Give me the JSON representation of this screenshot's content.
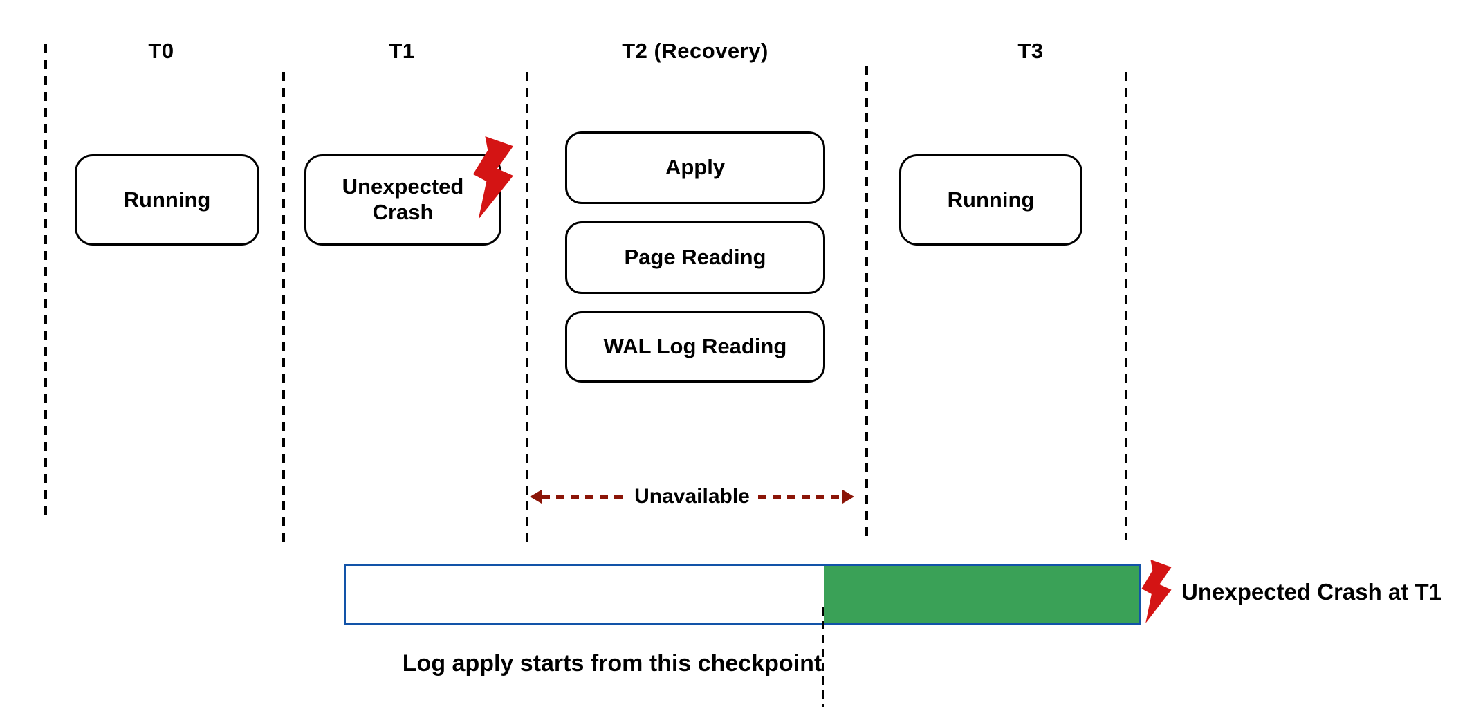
{
  "timeline": {
    "phases": [
      {
        "label": "T0"
      },
      {
        "label": "T1"
      },
      {
        "label": "T2 (Recovery)"
      },
      {
        "label": "T3"
      }
    ]
  },
  "states": {
    "t0": "Running",
    "t1": "Unexpected Crash",
    "t2_steps": [
      "Apply",
      "Page Reading",
      "WAL Log Reading"
    ],
    "t3": "Running"
  },
  "annotations": {
    "unavailable": "Unavailable",
    "checkpoint": "Log apply starts from this checkpoint",
    "crash_at_t1": "Unexpected Crash at T1"
  },
  "icons": {
    "crash_bolt_t1": "lightning-bolt",
    "crash_bolt_bar": "lightning-bolt"
  },
  "colors": {
    "bolt_red": "#d41414",
    "arrow_maroon": "#8b1508",
    "bar_border_blue": "#1253a8",
    "bar_fill_green": "#3aa157",
    "line_black": "#000000"
  }
}
